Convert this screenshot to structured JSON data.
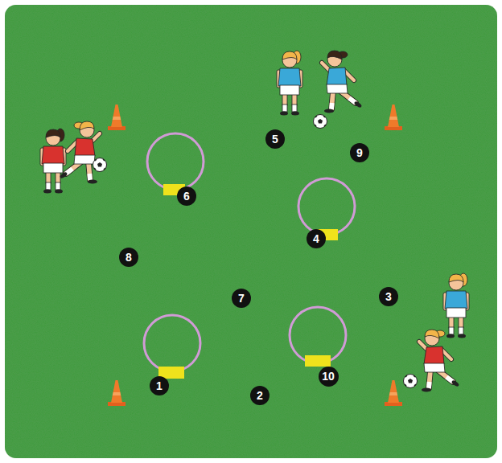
{
  "diagram": {
    "nodes": [
      {
        "text": [
          "5"
        ]
      },
      {
        "text": [
          "9"
        ]
      },
      {
        "text": [
          "6"
        ]
      },
      {
        "text": [
          "4"
        ]
      },
      {
        "text": [
          "8"
        ]
      },
      {
        "text": [
          "7"
        ]
      },
      {
        "text": [
          "3"
        ]
      },
      {
        "text": [
          "1"
        ]
      },
      {
        "text": [
          "2"
        ]
      },
      {
        "text": [
          "10"
        ]
      }
    ]
  }
}
